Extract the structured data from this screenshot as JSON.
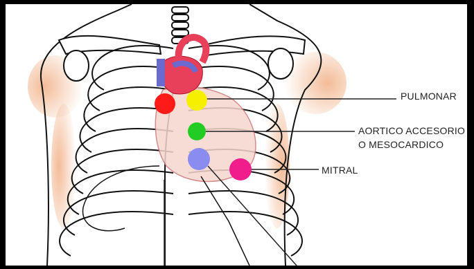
{
  "labels": {
    "pulmonar": "PULMONAR",
    "aortico_line1": "AORTICO ACCESORIO",
    "aortico_line2": "O MESOCARDICO",
    "mitral": "MITRAL"
  },
  "colors": {
    "frame": "#000000",
    "background": "#ffffff",
    "skin_shadow": "#f2b48c",
    "heart": "#e8405a",
    "aortic_point": "#ff1a1a",
    "pulmonary_point": "#f5f000",
    "accessory_point": "#22cc22",
    "tricuspid_point": "#8a8cf0",
    "mitral_point": "#f01e8c"
  }
}
